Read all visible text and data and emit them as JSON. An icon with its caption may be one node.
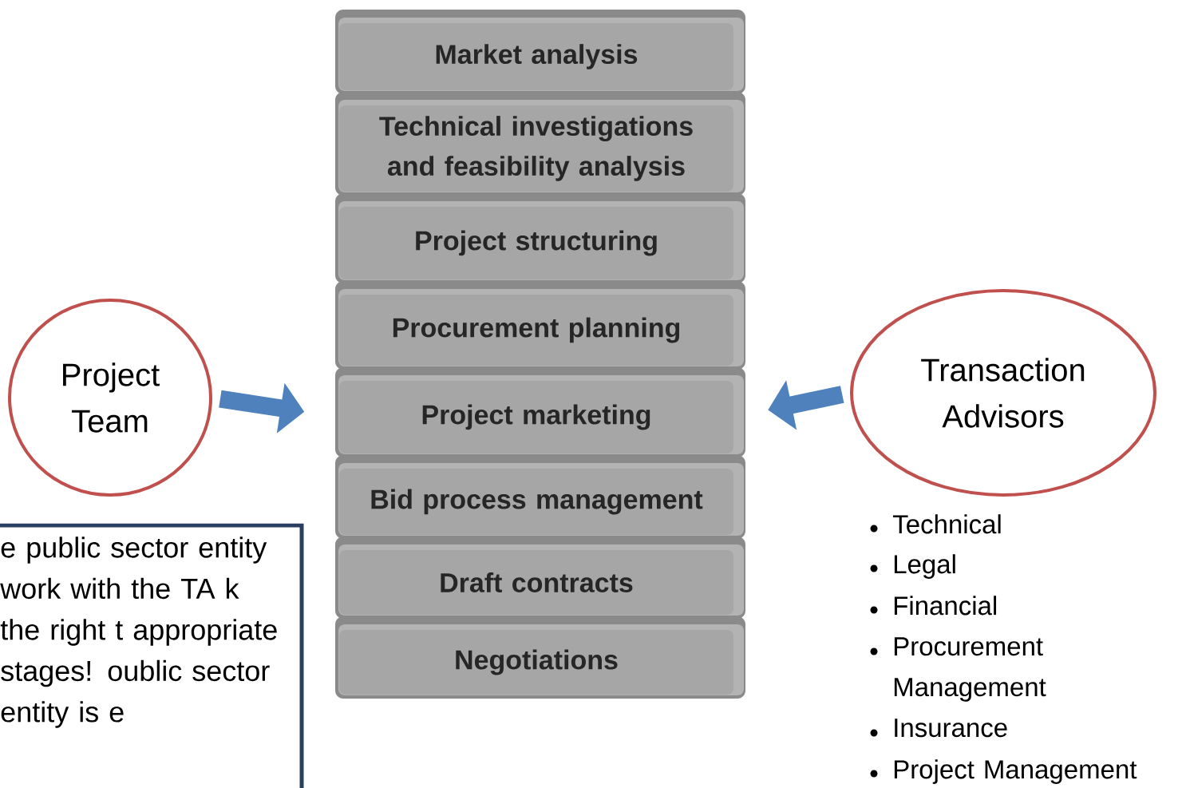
{
  "diagram": {
    "nodes": [
      {
        "text": [
          "Market analysis"
        ]
      },
      {
        "text": [
          "Technical investigations and feasibility analysis"
        ]
      },
      {
        "text": [
          "Project structuring"
        ]
      },
      {
        "text": [
          "Procurement planning"
        ]
      },
      {
        "text": [
          "Project marketing"
        ]
      },
      {
        "text": [
          "Bid process management"
        ]
      },
      {
        "text": [
          "Draft contracts"
        ]
      },
      {
        "text": [
          "Negotiations"
        ]
      },
      {
        "text": [
          "Project Team"
        ]
      },
      {
        "text": [
          "Transaction Advisors"
        ]
      },
      {
        "text": [
          "e public sector entity work with the TA k the right t appropriate stages! oublic sector entity is e"
        ]
      }
    ],
    "edges": [
      {
        "from": 8,
        "to": 4,
        "arrow": "to"
      },
      {
        "from": 9,
        "to": 4,
        "arrow": "to"
      }
    ],
    "labels": [
      "Technical",
      "Legal",
      "Financial",
      "Procurement Management",
      "Insurance",
      "Project Management"
    ]
  }
}
